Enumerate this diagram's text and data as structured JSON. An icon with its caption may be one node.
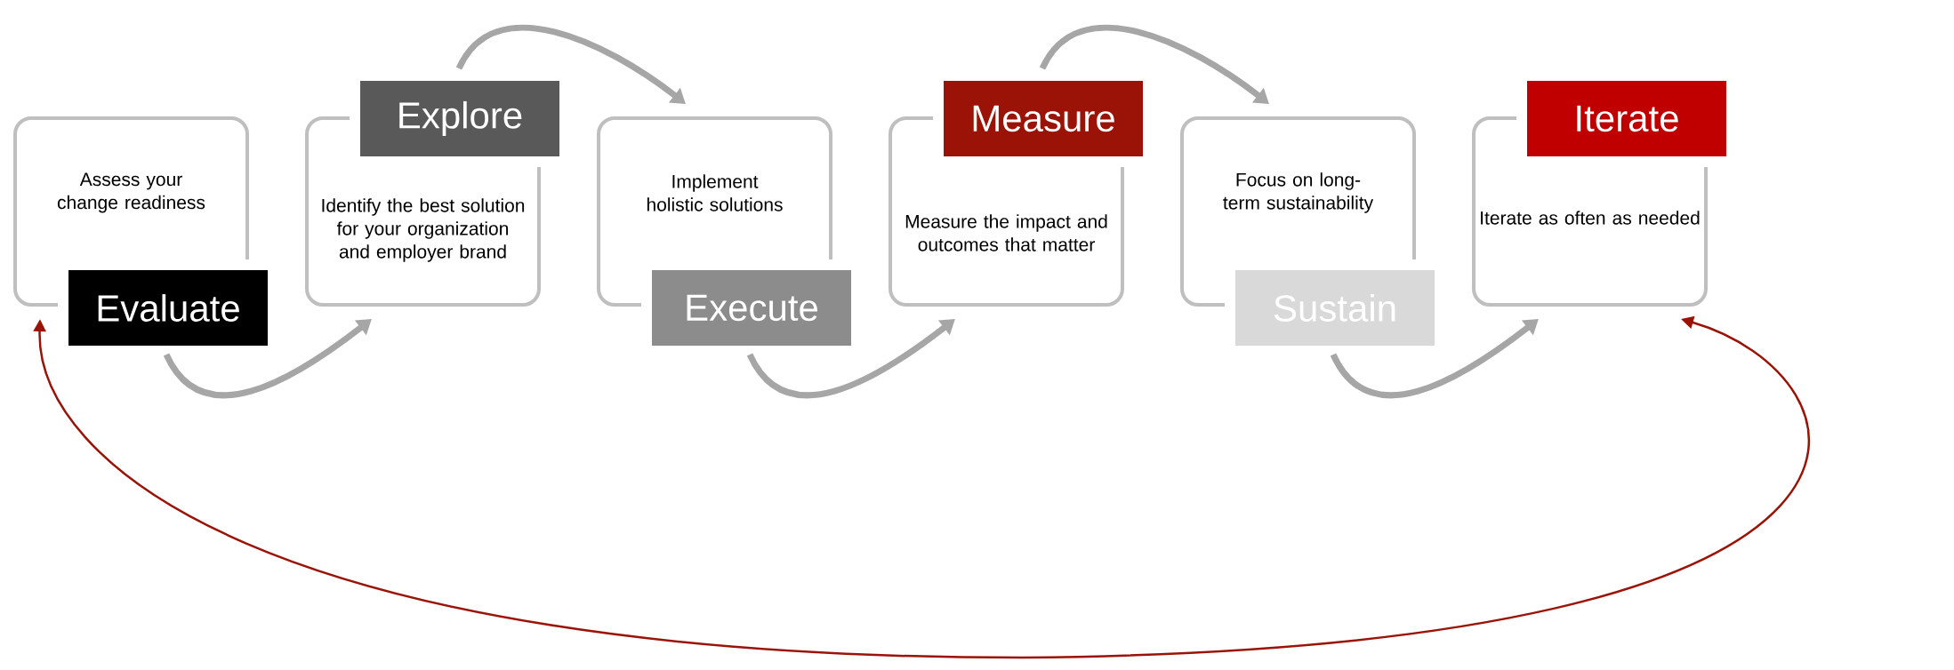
{
  "diagram": {
    "nodes": [
      {
        "text": [
          "Assess your change readiness",
          "Evaluate"
        ]
      },
      {
        "text": [
          "Explore",
          "Identify the best solution for your organization and employer brand"
        ]
      },
      {
        "text": [
          "Implement holistic solutions",
          "Execute"
        ]
      },
      {
        "text": [
          "Measure",
          "Measure the impact and outcomes that matter"
        ]
      },
      {
        "text": [
          "Focus on long-term sustainability",
          "Sustain"
        ]
      },
      {
        "text": [
          "Iterate",
          "Iterate as often as needed"
        ]
      }
    ],
    "edges": [
      {
        "from": 0,
        "to": 1,
        "arrow": "to"
      },
      {
        "from": 1,
        "to": 2,
        "arrow": "to"
      },
      {
        "from": 2,
        "to": 3,
        "arrow": "to"
      },
      {
        "from": 3,
        "to": 4,
        "arrow": "to"
      },
      {
        "from": 4,
        "to": 5,
        "arrow": "to"
      },
      {
        "from": 5,
        "to": 0,
        "arrow": "both",
        "color": "#9b1306"
      }
    ]
  }
}
